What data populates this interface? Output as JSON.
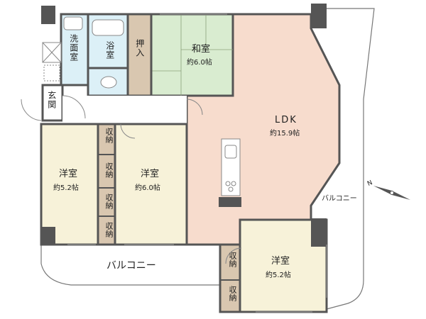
{
  "rooms": {
    "washroom": "洗面室",
    "bath": "浴室",
    "closet": "押入",
    "washitsu": {
      "name": "和室",
      "size": "約6.0帖"
    },
    "entrance": "玄関",
    "ldk": {
      "name": "LDK",
      "size": "約15.9帖"
    },
    "western_a": {
      "name": "洋室",
      "size": "約5.2帖"
    },
    "western_b": {
      "name": "洋室",
      "size": "約6.0帖"
    },
    "western_c": {
      "name": "洋室",
      "size": "約5.2帖"
    }
  },
  "storage_label": "収納",
  "balcony_south": "バルコニー",
  "balcony_east": "バルコニー",
  "compass": {
    "north": "N"
  },
  "colors": {
    "wall": "#555555",
    "ldk": "#f7dccd",
    "washitsu": "#d9ecd0",
    "western": "#f7f2d9",
    "wet": "#dcf0f7",
    "storage": "#d9c7b0",
    "corridor": "#ffffff",
    "balcony": "#ffffff",
    "column": "#555555"
  }
}
